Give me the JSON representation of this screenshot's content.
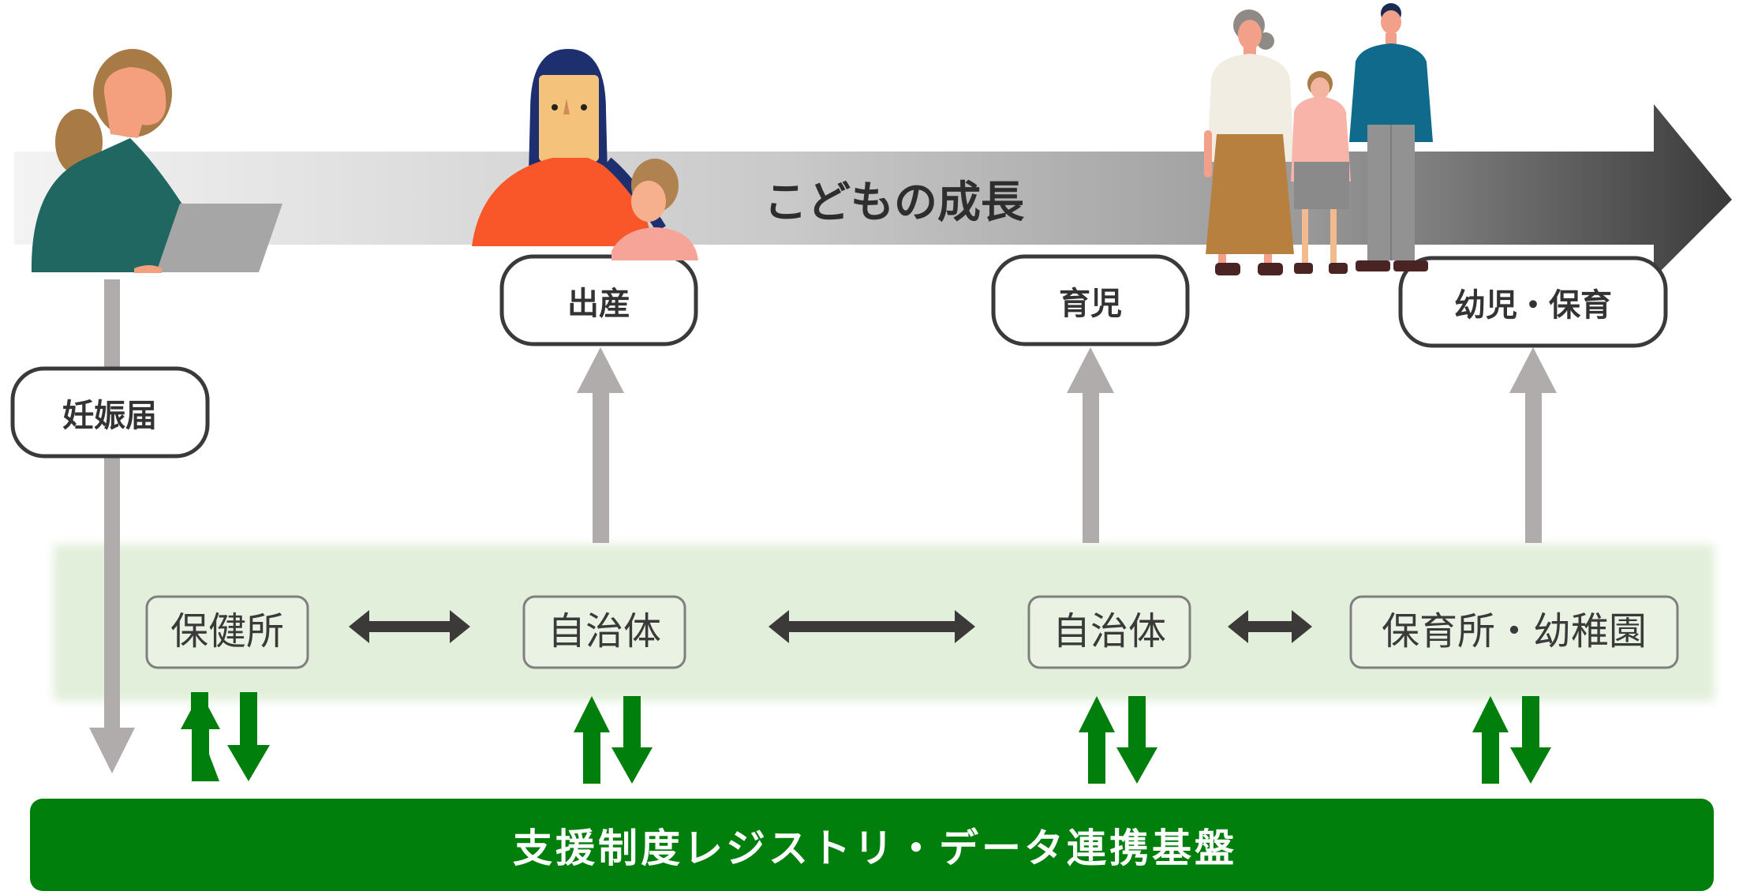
{
  "banner": {
    "title": "こどもの成長"
  },
  "stages": {
    "pregnancy_notice": "妊娠届",
    "birth": "出産",
    "childcare": "育児",
    "early_childhood": "幼児・保育"
  },
  "institutions": {
    "health_center": "保健所",
    "municipality_1": "自治体",
    "municipality_2": "自治体",
    "nursery_kindergarten": "保育所・幼稚園"
  },
  "platform": {
    "label": "支援制度レジストリ・データ連携基盤"
  },
  "colors": {
    "green": "#007f0c",
    "band_green": "#e2efda",
    "gray_arrow": "#afacab",
    "dark_arrow": "#3c3a39",
    "box_border": "#3a3a3a",
    "inst_border": "#7f7f7f"
  },
  "icons": [
    "woman-with-laptop-icon",
    "mother-and-baby-icon",
    "family-icon"
  ]
}
